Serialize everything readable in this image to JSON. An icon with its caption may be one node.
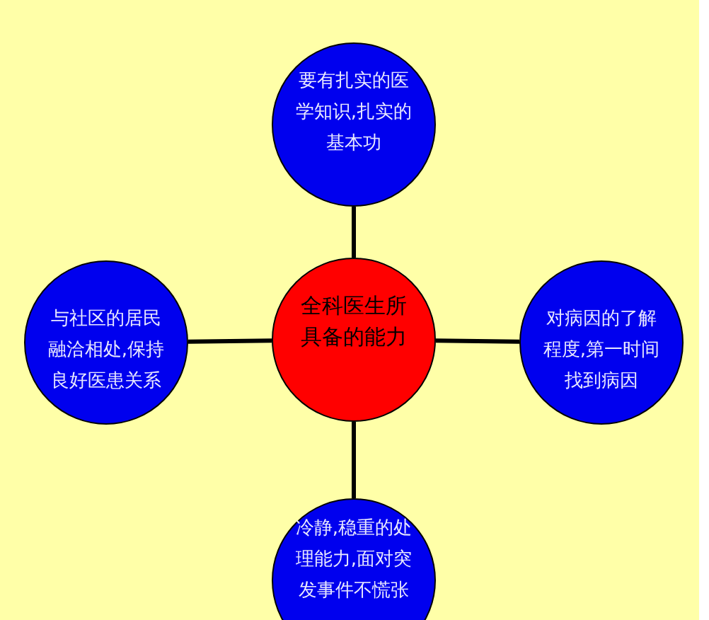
{
  "diagram": {
    "nodes": [
      {
        "text": [
          "要有扎实的医学知识,扎实的基本功"
        ]
      },
      {
        "text": [
          "与社区的居民融洽相处,保持良好医患关系"
        ]
      },
      {
        "text": [
          "全科医生所具备的能力"
        ]
      },
      {
        "text": [
          "对病因的了解程度,第一时间找到病因"
        ]
      },
      {
        "text": [
          "冷静,稳重的处理能力,面对突发事件不慌张"
        ]
      }
    ],
    "edges": [
      {
        "from": 2,
        "to": 0,
        "arrow": "none"
      },
      {
        "from": 2,
        "to": 1,
        "arrow": "none"
      },
      {
        "from": 2,
        "to": 3,
        "arrow": "none"
      },
      {
        "from": 2,
        "to": 4,
        "arrow": "none"
      }
    ]
  }
}
